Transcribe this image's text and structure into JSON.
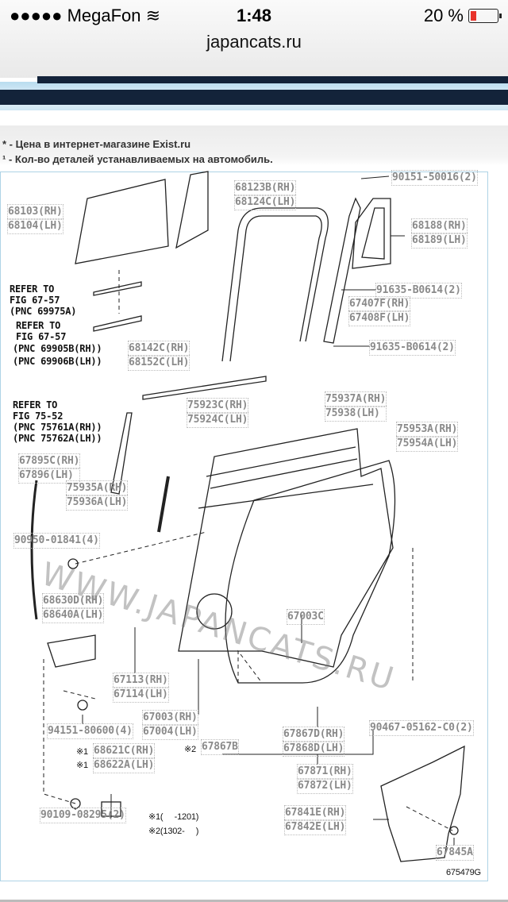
{
  "status_bar": {
    "signal": "●●●●●",
    "carrier": "MegaFon",
    "time": "1:48",
    "battery": "20 %",
    "battery_level": 0.2,
    "battery_color": "#e8322a"
  },
  "browser": {
    "url": "japancats.ru"
  },
  "notes": [
    "* - Цена в интернет-магазине Exist.ru",
    "¹ - Кол-во деталей устанавливаемых на автомобиль."
  ],
  "diagram": {
    "labels": [
      [
        "68103(RH)",
        "68104(LH)"
      ],
      [
        "68123B(RH)",
        "68124C(LH)"
      ],
      [
        "90151-50016(2)"
      ],
      [
        "68188(RH)",
        "68189(LH)"
      ],
      [
        "91635-B0614(2)"
      ],
      [
        "67407F(RH)",
        "67408F(LH)"
      ],
      [
        "91635-B0614(2)"
      ],
      [
        "68142C(RH)",
        "68152C(LH)"
      ],
      [
        "75923C(RH)",
        "75924C(LH)"
      ],
      [
        "75937A(RH)",
        "75938(LH)"
      ],
      [
        "75953A(RH)",
        "75954A(LH)"
      ],
      [
        "67895C(RH)",
        "67896(LH)"
      ],
      [
        "75935A(RH)",
        "75936A(LH)"
      ],
      [
        "90950-01841(4)"
      ],
      [
        "67003C"
      ],
      [
        "68630D(RH)",
        "68640A(LH)"
      ],
      [
        "67113(RH)",
        "67114(LH)"
      ],
      [
        "67003(RH)",
        "67004(LH)"
      ],
      [
        "94151-80600(4)"
      ],
      [
        "67867D(RH)",
        "67868D(LH)"
      ],
      [
        "90467-05162-C0(2)"
      ],
      [
        "67867B"
      ],
      [
        "68621C(RH)",
        "68622A(LH)"
      ],
      [
        "67871(RH)",
        "67872(LH)"
      ],
      [
        "67841E(RH)",
        "67842E(LH)"
      ],
      [
        "90109-08295(2)"
      ],
      [
        "67845A"
      ]
    ],
    "refers": [
      [
        "REFER TO",
        "FIG 67-57",
        "(PNC 69975A)"
      ],
      [
        "REFER TO",
        "FIG 67-57"
      ],
      [
        "(PNC 69905B(RH))",
        "(PNC 69906B(LH))"
      ],
      [
        "REFER TO",
        "FIG 75-52",
        "(PNC 75761A(RH))",
        "(PNC 75762A(LH))"
      ]
    ],
    "marks": {
      "m2_67867B": "※2",
      "m1a": "※1",
      "m1b": "※1",
      "legend1": "※1(     -1201)",
      "legend2": "※2(1302-     )"
    },
    "figure_id": "675479G",
    "watermark": "WWW.JAPANCATS.RU"
  }
}
